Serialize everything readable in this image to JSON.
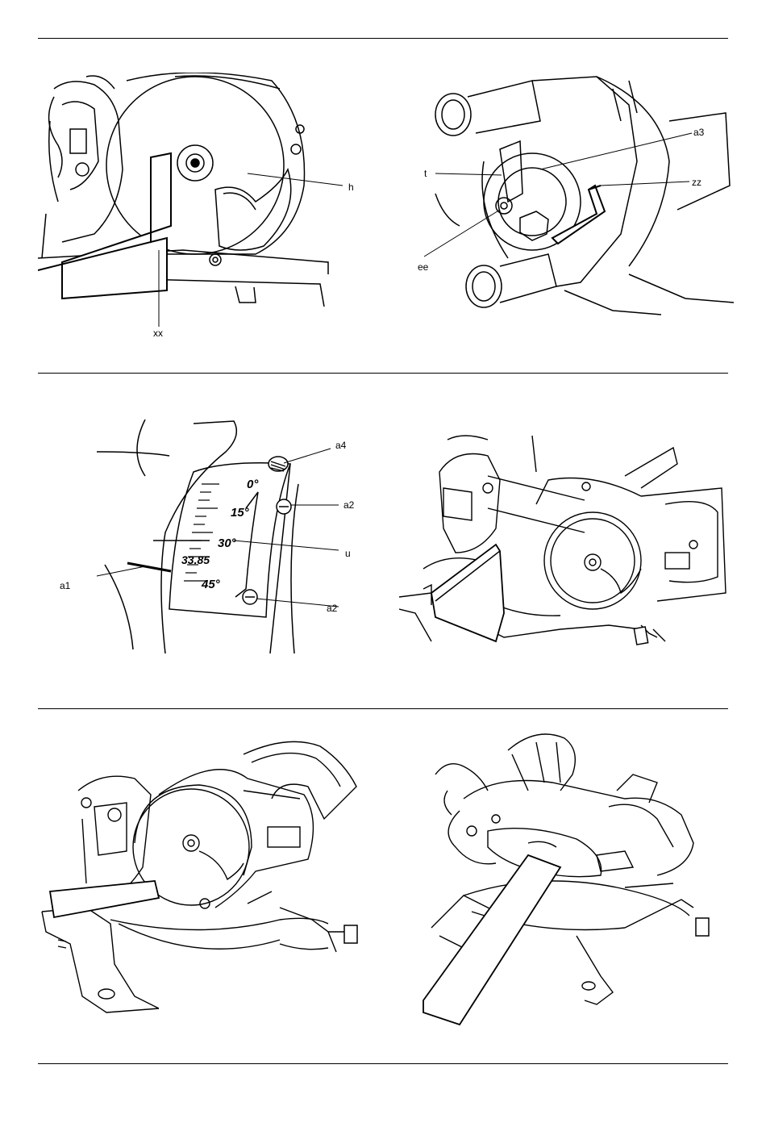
{
  "figures": {
    "fig1": {
      "labels": {
        "h": "h",
        "xx": "xx"
      }
    },
    "fig2": {
      "labels": {
        "a3": "a3",
        "t": "t",
        "zz": "zz",
        "ee": "ee"
      }
    },
    "fig3": {
      "labels": {
        "a4": "a4",
        "a2_top": "a2",
        "u": "u",
        "a1": "a1",
        "a2_bottom": "a2"
      },
      "scale": {
        "s0": "0°",
        "s15": "15°",
        "s30": "30°",
        "s3385": "33.85",
        "s45": "45°"
      }
    }
  }
}
